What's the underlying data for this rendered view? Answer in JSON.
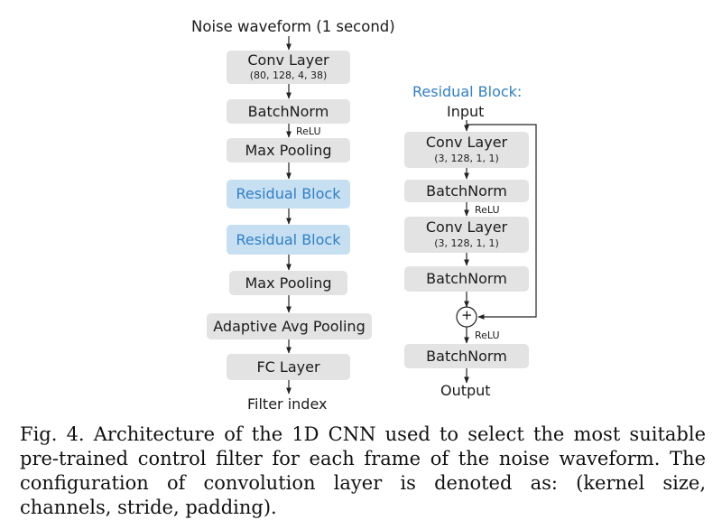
{
  "left_column": {
    "input_label": "Noise waveform (1 second)",
    "conv": {
      "title": "Conv Layer",
      "config": "(80, 128, 4, 38)"
    },
    "batchnorm": "BatchNorm",
    "relu": "ReLU",
    "maxpool1": "Max Pooling",
    "res1": "Residual Block",
    "res2": "Residual Block",
    "maxpool2": "Max Pooling",
    "adaptive": "Adaptive Avg Pooling",
    "fc": "FC Layer",
    "output_label": "Filter index"
  },
  "residual_block": {
    "title": "Residual Block:",
    "input_label": "Input",
    "conv1": {
      "title": "Conv Layer",
      "config": "(3, 128, 1, 1)"
    },
    "bn1": "BatchNorm",
    "relu1": "ReLU",
    "conv2": {
      "title": "Conv Layer",
      "config": "(3, 128, 1, 1)"
    },
    "bn2": "BatchNorm",
    "add_symbol": "+",
    "relu2": "ReLU",
    "bn3": "BatchNorm",
    "output_label": "Output"
  },
  "caption": "Fig. 4.  Architecture of the 1D CNN used to select the most suitable pre-trained control filter for each frame of the noise waveform. The configuration of convolution layer is denoted as: (kernel size, channels, stride, padding).",
  "colors": {
    "box_fill": "#e3e3e3",
    "residual_fill": "#c6dff1",
    "accent_text": "#2f7fc8"
  }
}
